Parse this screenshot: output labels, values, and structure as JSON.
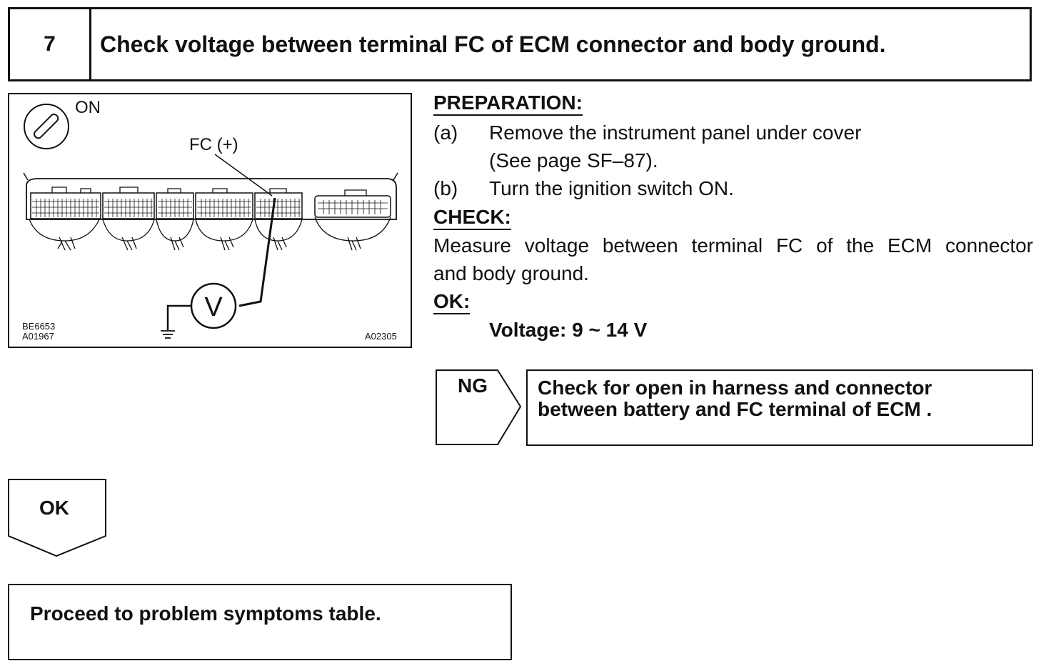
{
  "step": {
    "number": "7",
    "title": "Check voltage between terminal FC of ECM connector and body ground."
  },
  "figure": {
    "switch_label": "ON",
    "terminal_label": "FC (+)",
    "meter_symbol": "V",
    "code_left_1": "BE6653",
    "code_left_2": "A01967",
    "code_right": "A02305",
    "icons": [
      "ignition-key-icon",
      "ecm-connector",
      "voltmeter-icon",
      "ground-icon"
    ]
  },
  "preparation": {
    "heading": "PREPARATION:",
    "a_label": "(a)",
    "a_text": "Remove the instrument panel under cover",
    "a_text2": "(See page SF–87).",
    "b_label": "(b)",
    "b_text": "Turn the ignition switch ON."
  },
  "check": {
    "heading": "CHECK:",
    "line1": "Measure voltage between terminal FC of the ECM connector",
    "line2": "and body ground."
  },
  "ok_spec": {
    "heading": "OK:",
    "value": "Voltage: 9 ~ 14 V"
  },
  "ng": {
    "label": "NG",
    "line1": "Check for open in harness and connector",
    "line2": "between battery and FC terminal of ECM ."
  },
  "ok_branch": {
    "label": "OK",
    "result": "Proceed to problem symptoms table."
  }
}
